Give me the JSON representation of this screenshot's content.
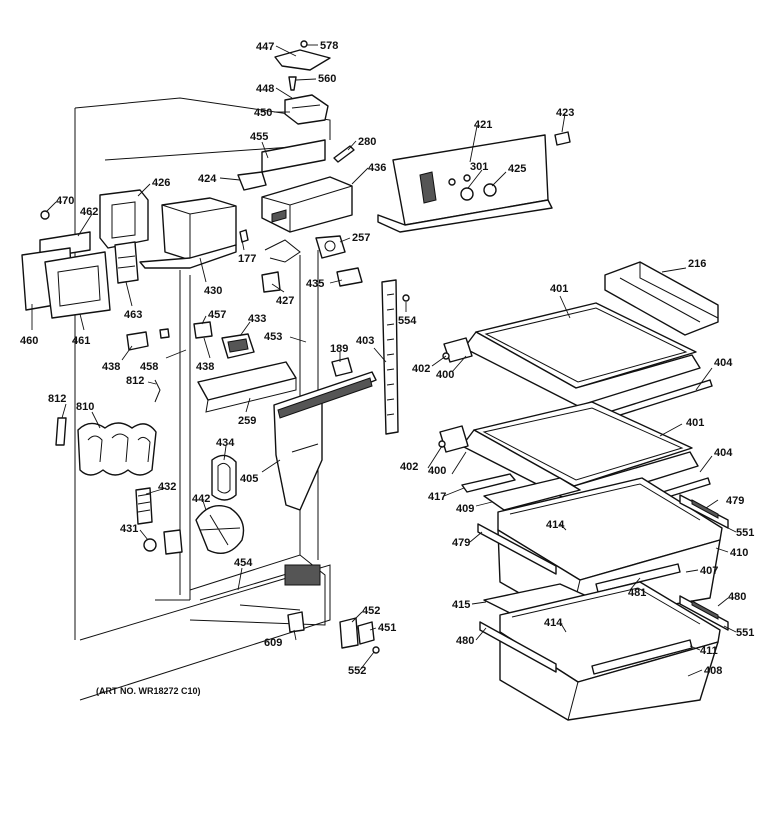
{
  "caption": "(ART NO. WR18272 C10)",
  "part_labels": [
    "447",
    "578",
    "448",
    "560",
    "450",
    "455",
    "280",
    "421",
    "423",
    "424",
    "436",
    "301",
    "425",
    "470",
    "462",
    "426",
    "177",
    "257",
    "430",
    "427",
    "435",
    "554",
    "216",
    "460",
    "461",
    "463",
    "457",
    "433",
    "438",
    "453",
    "458",
    "438",
    "189",
    "403",
    "401",
    "402",
    "400",
    "404",
    "812",
    "810",
    "812",
    "259",
    "434",
    "405",
    "401",
    "402",
    "400",
    "404",
    "417",
    "409",
    "479",
    "414",
    "551",
    "432",
    "442",
    "431",
    "479",
    "410",
    "407",
    "481",
    "454",
    "415",
    "480",
    "414",
    "551",
    "452",
    "451",
    "609",
    "480",
    "411",
    "408",
    "552"
  ]
}
